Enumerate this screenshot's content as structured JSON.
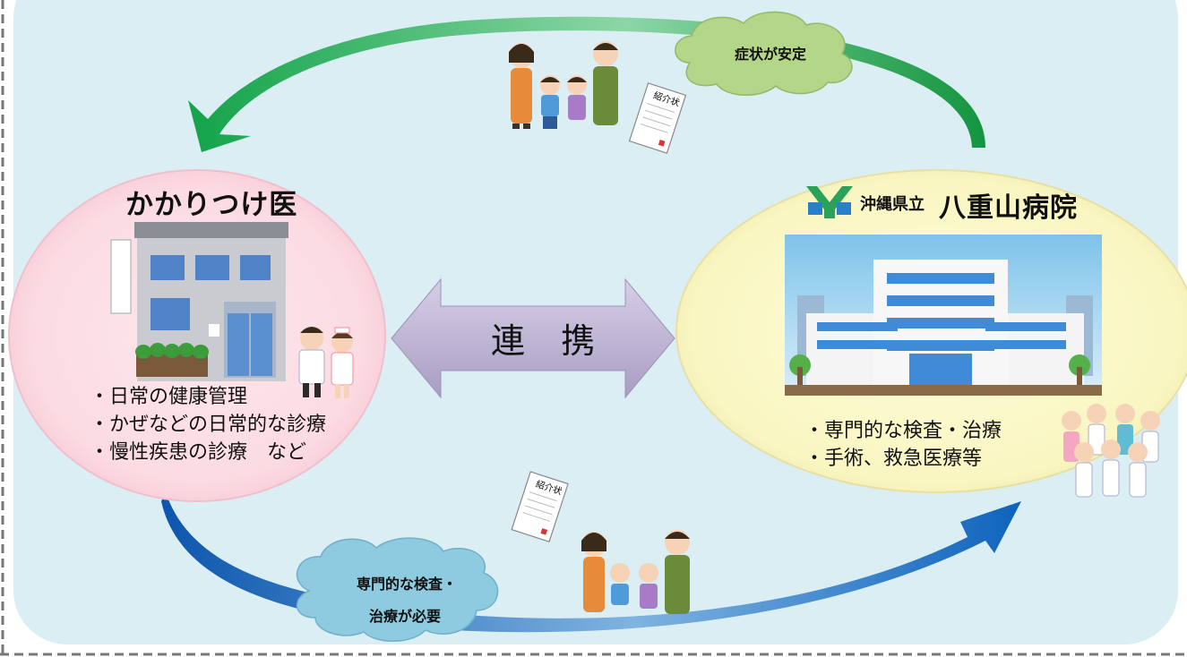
{
  "diagram": {
    "coordination_label": "連 携",
    "clinic": {
      "title": "かかりつけ医",
      "services": [
        "・日常の健康管理",
        "・かぜなどの日常的な診療",
        "・慢性疾患の診療　など"
      ]
    },
    "hospital": {
      "prefix": "沖縄県立",
      "name": "八重山病院",
      "services": [
        "・専門的な検査・治療",
        "・手術、救急医療等"
      ]
    },
    "flows": {
      "top_cloud_label": "症状が安定",
      "bottom_cloud_label_line1": "専門的な検査・",
      "bottom_cloud_label_line2": "治療が必要",
      "referral_document_label": "紹介状"
    },
    "colors": {
      "background_panel": "#daeef4",
      "clinic_circle": "#fde0e6",
      "hospital_circle": "#fbf8c8",
      "top_arrow": "#1aa651",
      "bottom_arrow": "#1060b8",
      "center_arrow": "#b4aacb",
      "top_cloud": "#b3d688",
      "bottom_cloud": "#8fcbe0",
      "hospital_logo": "#2aa25a"
    },
    "icons": [
      "family-icon",
      "referral-letter-icon",
      "clinic-building-icon",
      "doctor-nurse-icon",
      "hospital-logo-icon",
      "hospital-building-icon",
      "medical-staff-icon"
    ]
  }
}
